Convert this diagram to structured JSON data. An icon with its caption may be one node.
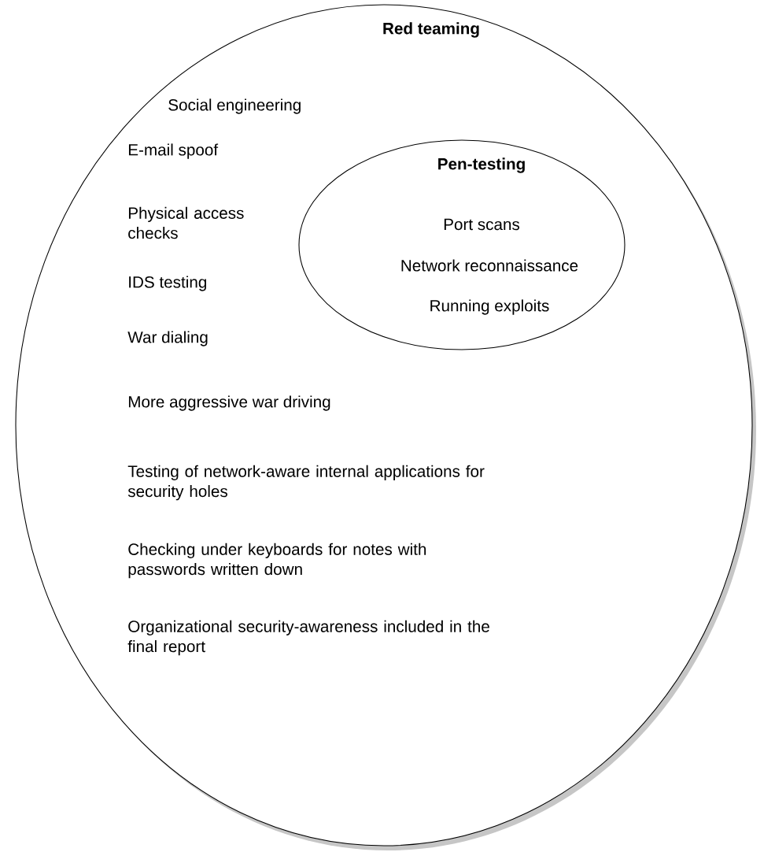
{
  "diagram": {
    "nodes": [
      {
        "text": [
          "Red teaming",
          "Social engineering",
          "E-mail spoof",
          "Physical access checks",
          "IDS testing",
          "War dialing",
          "More aggressive war driving",
          "Testing of network-aware internal applications for security holes",
          "Checking under keyboards for notes with passwords written down",
          "Organizational security-awareness included in the final report"
        ]
      },
      {
        "text": [
          "Pen-testing",
          "Port scans",
          "Network reconnaissance",
          "Running exploits"
        ],
        "in": 0
      }
    ]
  }
}
